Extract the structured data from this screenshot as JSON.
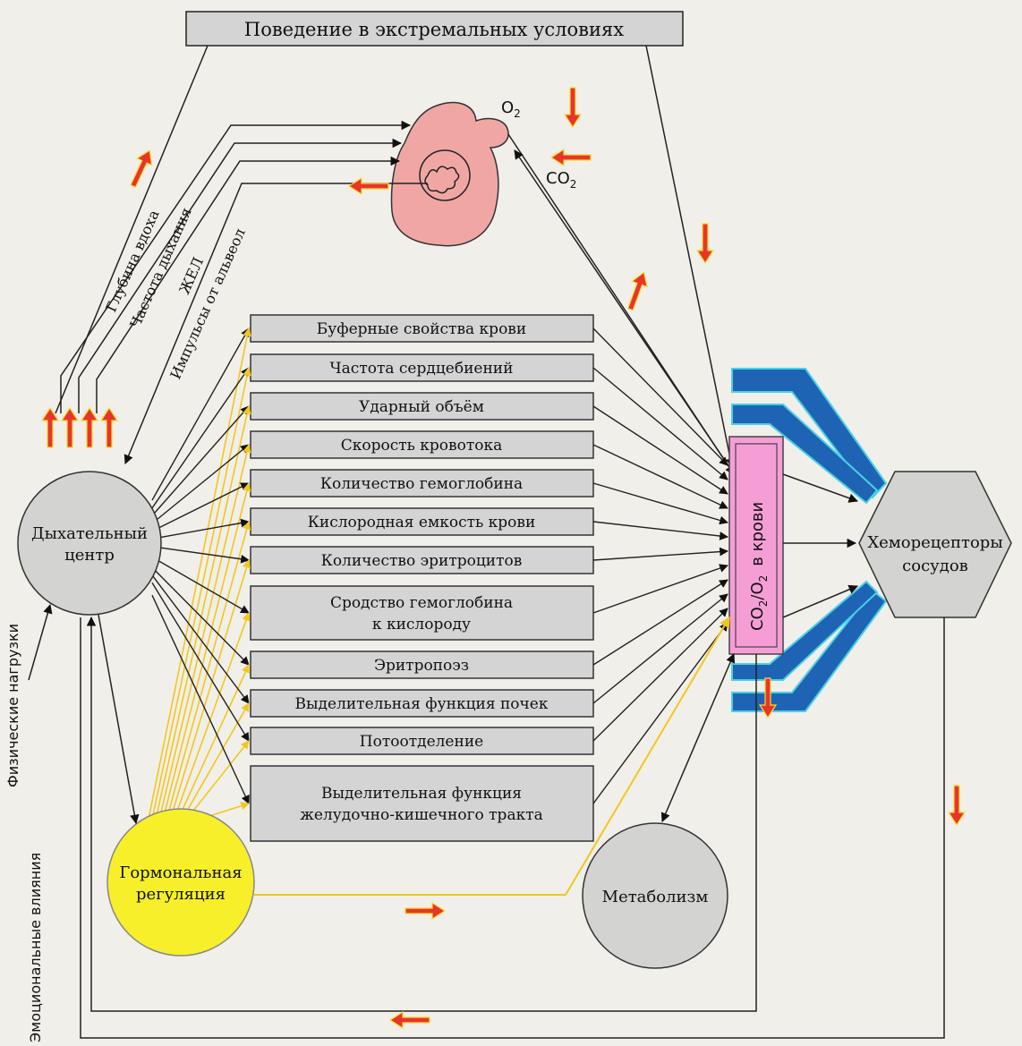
{
  "title": "Поведение в экстремальных условиях",
  "gas": {
    "o2": "O",
    "o2_sub": "2",
    "co2": "CO",
    "co2_sub": "2"
  },
  "resp_lines": [
    "Глубина вдоха",
    "Частота дыхания",
    "ЖЕЛ",
    "Импульсы от альвеол"
  ],
  "factors": [
    [
      "Буферные свойства крови"
    ],
    [
      "Частота сердцебиений"
    ],
    [
      "Ударный объём"
    ],
    [
      "Скорость кровотока"
    ],
    [
      "Количество гемоглобина"
    ],
    [
      "Кислородная емкость крови"
    ],
    [
      "Количество эритроцитов"
    ],
    [
      "Сродство гемоглобина",
      "к кислороду"
    ],
    [
      "Эритропоэз"
    ],
    [
      "Выделительная функция почек"
    ],
    [
      "Потоотделение"
    ],
    [
      "Выделительная функция",
      "желудочно-кишечного тракта"
    ]
  ],
  "respiratory_center": [
    "Дыхательный",
    "центр"
  ],
  "hormonal": [
    "Гормональная",
    "регуляция"
  ],
  "metabolism": "Метаболизм",
  "chemoreceptors": [
    "Хеморецепторы",
    "сосудов"
  ],
  "blood_box": {
    "co": "CO",
    "sub1": "2",
    "slash": "/O",
    "sub2": "2",
    "suffix": "в крови"
  },
  "side_labels": [
    "Физические  нагрузки",
    "Эмоциональные  влияния"
  ],
  "colors": {
    "background": "#f1efe9",
    "box_fill": "#d4d4d4",
    "center_fill": "#d3d3d1",
    "hormonal_fill": "#f7ef2a",
    "blood_fill": "#f59ed6",
    "chevron_blue": "#1f64b4",
    "red_arrow": "#e8352a",
    "yellow_line": "#f2c71e",
    "lung_fill": "#f0a7a4"
  }
}
